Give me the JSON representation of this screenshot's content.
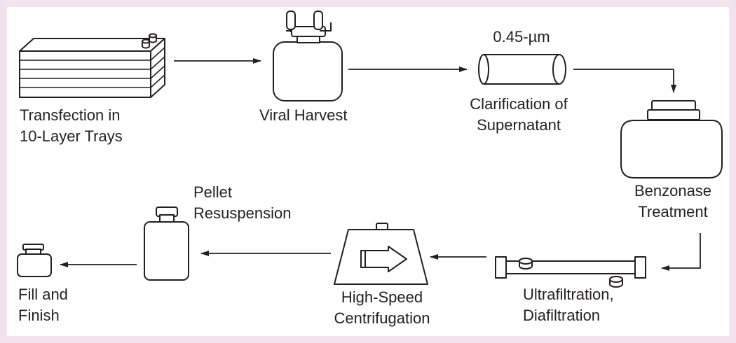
{
  "diagram": {
    "steps": {
      "transfection": {
        "line1": "Transfection in",
        "line2": "10-Layer Trays"
      },
      "harvest": {
        "line1": "Viral Harvest"
      },
      "filter_spec": "0.45-µm",
      "clarification": {
        "line1": "Clarification of",
        "line2": "Supernatant"
      },
      "benzonase": {
        "line1": "Benzonase",
        "line2": "Treatment"
      },
      "ultrafiltration": {
        "line1": "Ultrafiltration,",
        "line2": "Diafiltration"
      },
      "centrifugation": {
        "line1": "High-Speed",
        "line2": "Centrifugation"
      },
      "resuspension": {
        "line1": "Pellet",
        "line2": "Resuspension"
      },
      "fill": {
        "line1": "Fill and",
        "line2": "Finish"
      }
    },
    "colors": {
      "background": "#f3e3ef",
      "panel": "#ffffff",
      "stroke": "#231f20"
    }
  }
}
